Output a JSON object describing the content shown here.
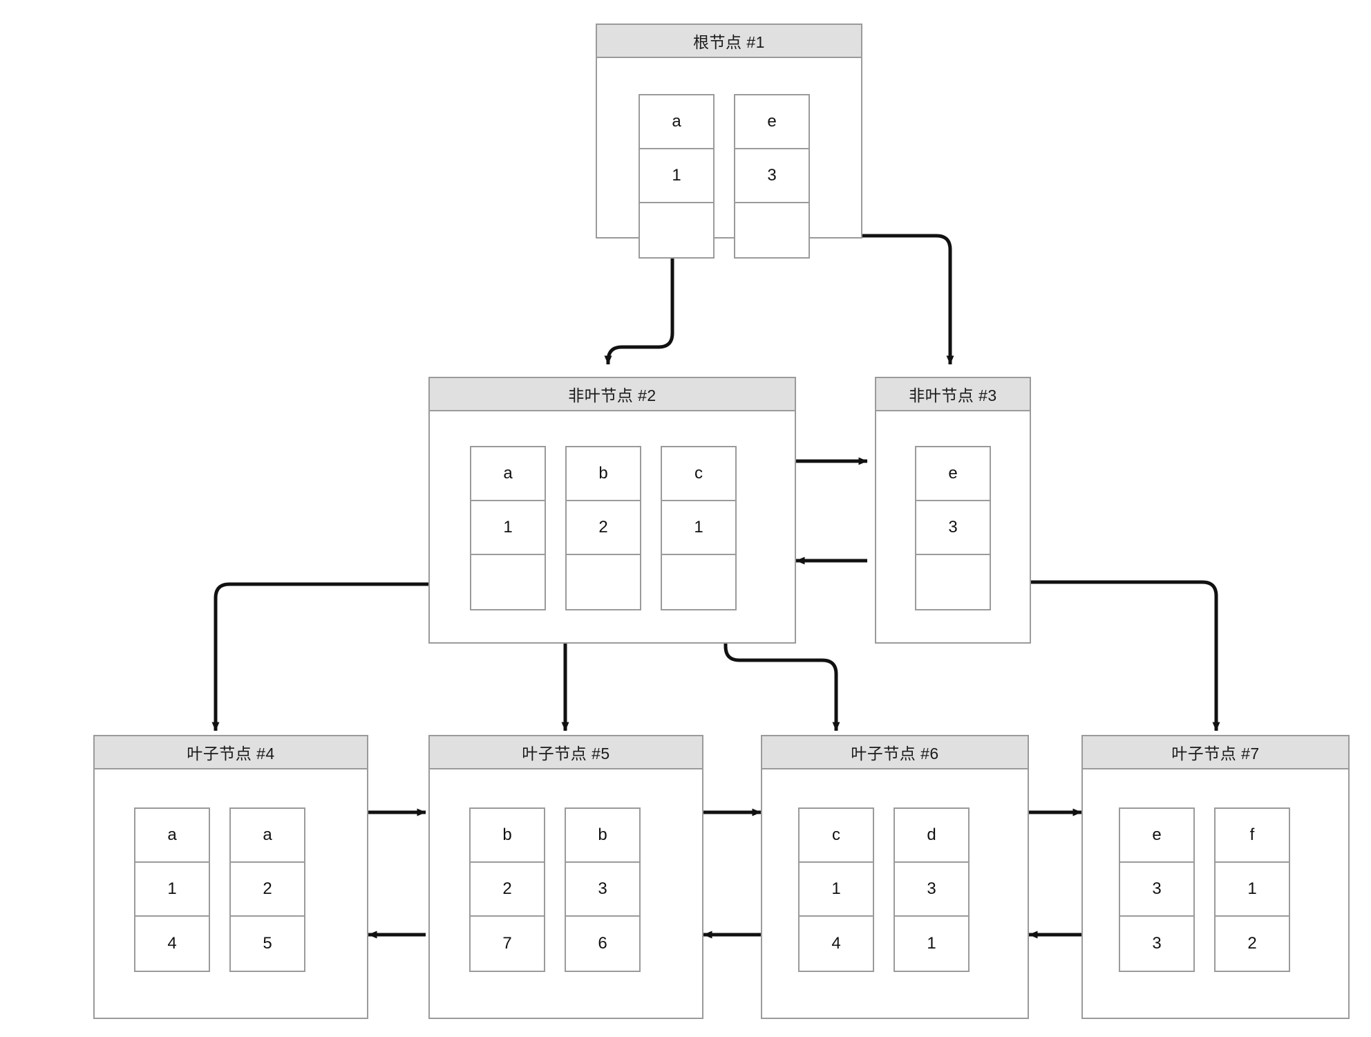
{
  "diagram": {
    "type": "b-plus-tree",
    "background": "#ffffff",
    "node_header_fill": "#e0e0e0",
    "node_border": "#9a9a9a",
    "connector_color": "#1a1a1a",
    "cell_row_labels": [
      "key",
      "value",
      "pointer"
    ]
  },
  "nodes": {
    "root": {
      "title": "根节点 #1",
      "entries": [
        {
          "key": "a",
          "value": "1",
          "pointer": ""
        },
        {
          "key": "e",
          "value": "3",
          "pointer": ""
        }
      ]
    },
    "internal2": {
      "title": "非叶节点 #2",
      "entries": [
        {
          "key": "a",
          "value": "1",
          "pointer": ""
        },
        {
          "key": "b",
          "value": "2",
          "pointer": ""
        },
        {
          "key": "c",
          "value": "1",
          "pointer": ""
        }
      ]
    },
    "internal3": {
      "title": "非叶节点 #3",
      "entries": [
        {
          "key": "e",
          "value": "3",
          "pointer": ""
        }
      ]
    },
    "leaf4": {
      "title": "叶子节点 #4",
      "entries": [
        {
          "key": "a",
          "value": "1",
          "pointer": "4"
        },
        {
          "key": "a",
          "value": "2",
          "pointer": "5"
        }
      ]
    },
    "leaf5": {
      "title": "叶子节点 #5",
      "entries": [
        {
          "key": "b",
          "value": "2",
          "pointer": "7"
        },
        {
          "key": "b",
          "value": "3",
          "pointer": "6"
        }
      ]
    },
    "leaf6": {
      "title": "叶子节点 #6",
      "entries": [
        {
          "key": "c",
          "value": "1",
          "pointer": "4"
        },
        {
          "key": "d",
          "value": "3",
          "pointer": "1"
        }
      ]
    },
    "leaf7": {
      "title": "叶子节点 #7",
      "entries": [
        {
          "key": "e",
          "value": "3",
          "pointer": "3"
        },
        {
          "key": "f",
          "value": "1",
          "pointer": "2"
        }
      ]
    }
  },
  "edges": [
    {
      "name": "root-entry-a-to-internal2",
      "from": "root.entries.0.pointer",
      "to": "internal2",
      "style": "orthogonal-rounded",
      "arrow": "end"
    },
    {
      "name": "root-entry-e-to-internal3",
      "from": "root.entries.1.pointer",
      "to": "internal3",
      "style": "orthogonal-rounded",
      "arrow": "end"
    },
    {
      "name": "internal2-entry-a-to-leaf4",
      "from": "internal2.entries.0.pointer",
      "to": "leaf4",
      "style": "orthogonal-rounded",
      "arrow": "end"
    },
    {
      "name": "internal2-entry-b-to-leaf5",
      "from": "internal2.entries.1.pointer",
      "to": "leaf5",
      "style": "orthogonal-rounded",
      "arrow": "end"
    },
    {
      "name": "internal2-entry-c-to-leaf6",
      "from": "internal2.entries.2.pointer",
      "to": "leaf6",
      "style": "orthogonal-rounded",
      "arrow": "end"
    },
    {
      "name": "internal3-entry-e-to-leaf7",
      "from": "internal3.entries.0.pointer",
      "to": "leaf7",
      "style": "orthogonal-rounded",
      "arrow": "end"
    },
    {
      "name": "internal2-to-internal3",
      "from": "internal2",
      "to": "internal3",
      "style": "straight",
      "arrow": "end"
    },
    {
      "name": "internal3-to-internal2",
      "from": "internal3",
      "to": "internal2",
      "style": "straight",
      "arrow": "end"
    },
    {
      "name": "leaf4-to-leaf5",
      "from": "leaf4",
      "to": "leaf5",
      "style": "straight",
      "arrow": "end"
    },
    {
      "name": "leaf5-to-leaf4",
      "from": "leaf5",
      "to": "leaf4",
      "style": "straight",
      "arrow": "end"
    },
    {
      "name": "leaf5-to-leaf6",
      "from": "leaf5",
      "to": "leaf6",
      "style": "straight",
      "arrow": "end"
    },
    {
      "name": "leaf6-to-leaf5",
      "from": "leaf6",
      "to": "leaf5",
      "style": "straight",
      "arrow": "end"
    },
    {
      "name": "leaf6-to-leaf7",
      "from": "leaf6",
      "to": "leaf7",
      "style": "straight",
      "arrow": "end"
    },
    {
      "name": "leaf7-to-leaf6",
      "from": "leaf7",
      "to": "leaf6",
      "style": "straight",
      "arrow": "end"
    },
    {
      "name": "root-key-a-to-key-e",
      "from": "root.entries.0.key",
      "to": "root.entries.1.key",
      "style": "straight",
      "arrow": "end"
    },
    {
      "name": "internal2-key-a-to-key-b",
      "from": "internal2.entries.0.key",
      "to": "internal2.entries.1.key",
      "style": "straight",
      "arrow": "end"
    },
    {
      "name": "internal2-key-b-to-key-c",
      "from": "internal2.entries.1.key",
      "to": "internal2.entries.2.key",
      "style": "straight",
      "arrow": "end"
    },
    {
      "name": "leaf4-key-chain",
      "from": "leaf4.entries.0.key",
      "to": "leaf4.entries.1.key",
      "style": "straight",
      "arrow": "end"
    },
    {
      "name": "leaf5-key-chain",
      "from": "leaf5.entries.0.key",
      "to": "leaf5.entries.1.key",
      "style": "straight",
      "arrow": "end"
    },
    {
      "name": "leaf6-key-chain",
      "from": "leaf6.entries.0.key",
      "to": "leaf6.entries.1.key",
      "style": "straight",
      "arrow": "end"
    },
    {
      "name": "leaf7-key-chain",
      "from": "leaf7.entries.0.key",
      "to": "leaf7.entries.1.key",
      "style": "straight",
      "arrow": "end"
    }
  ]
}
